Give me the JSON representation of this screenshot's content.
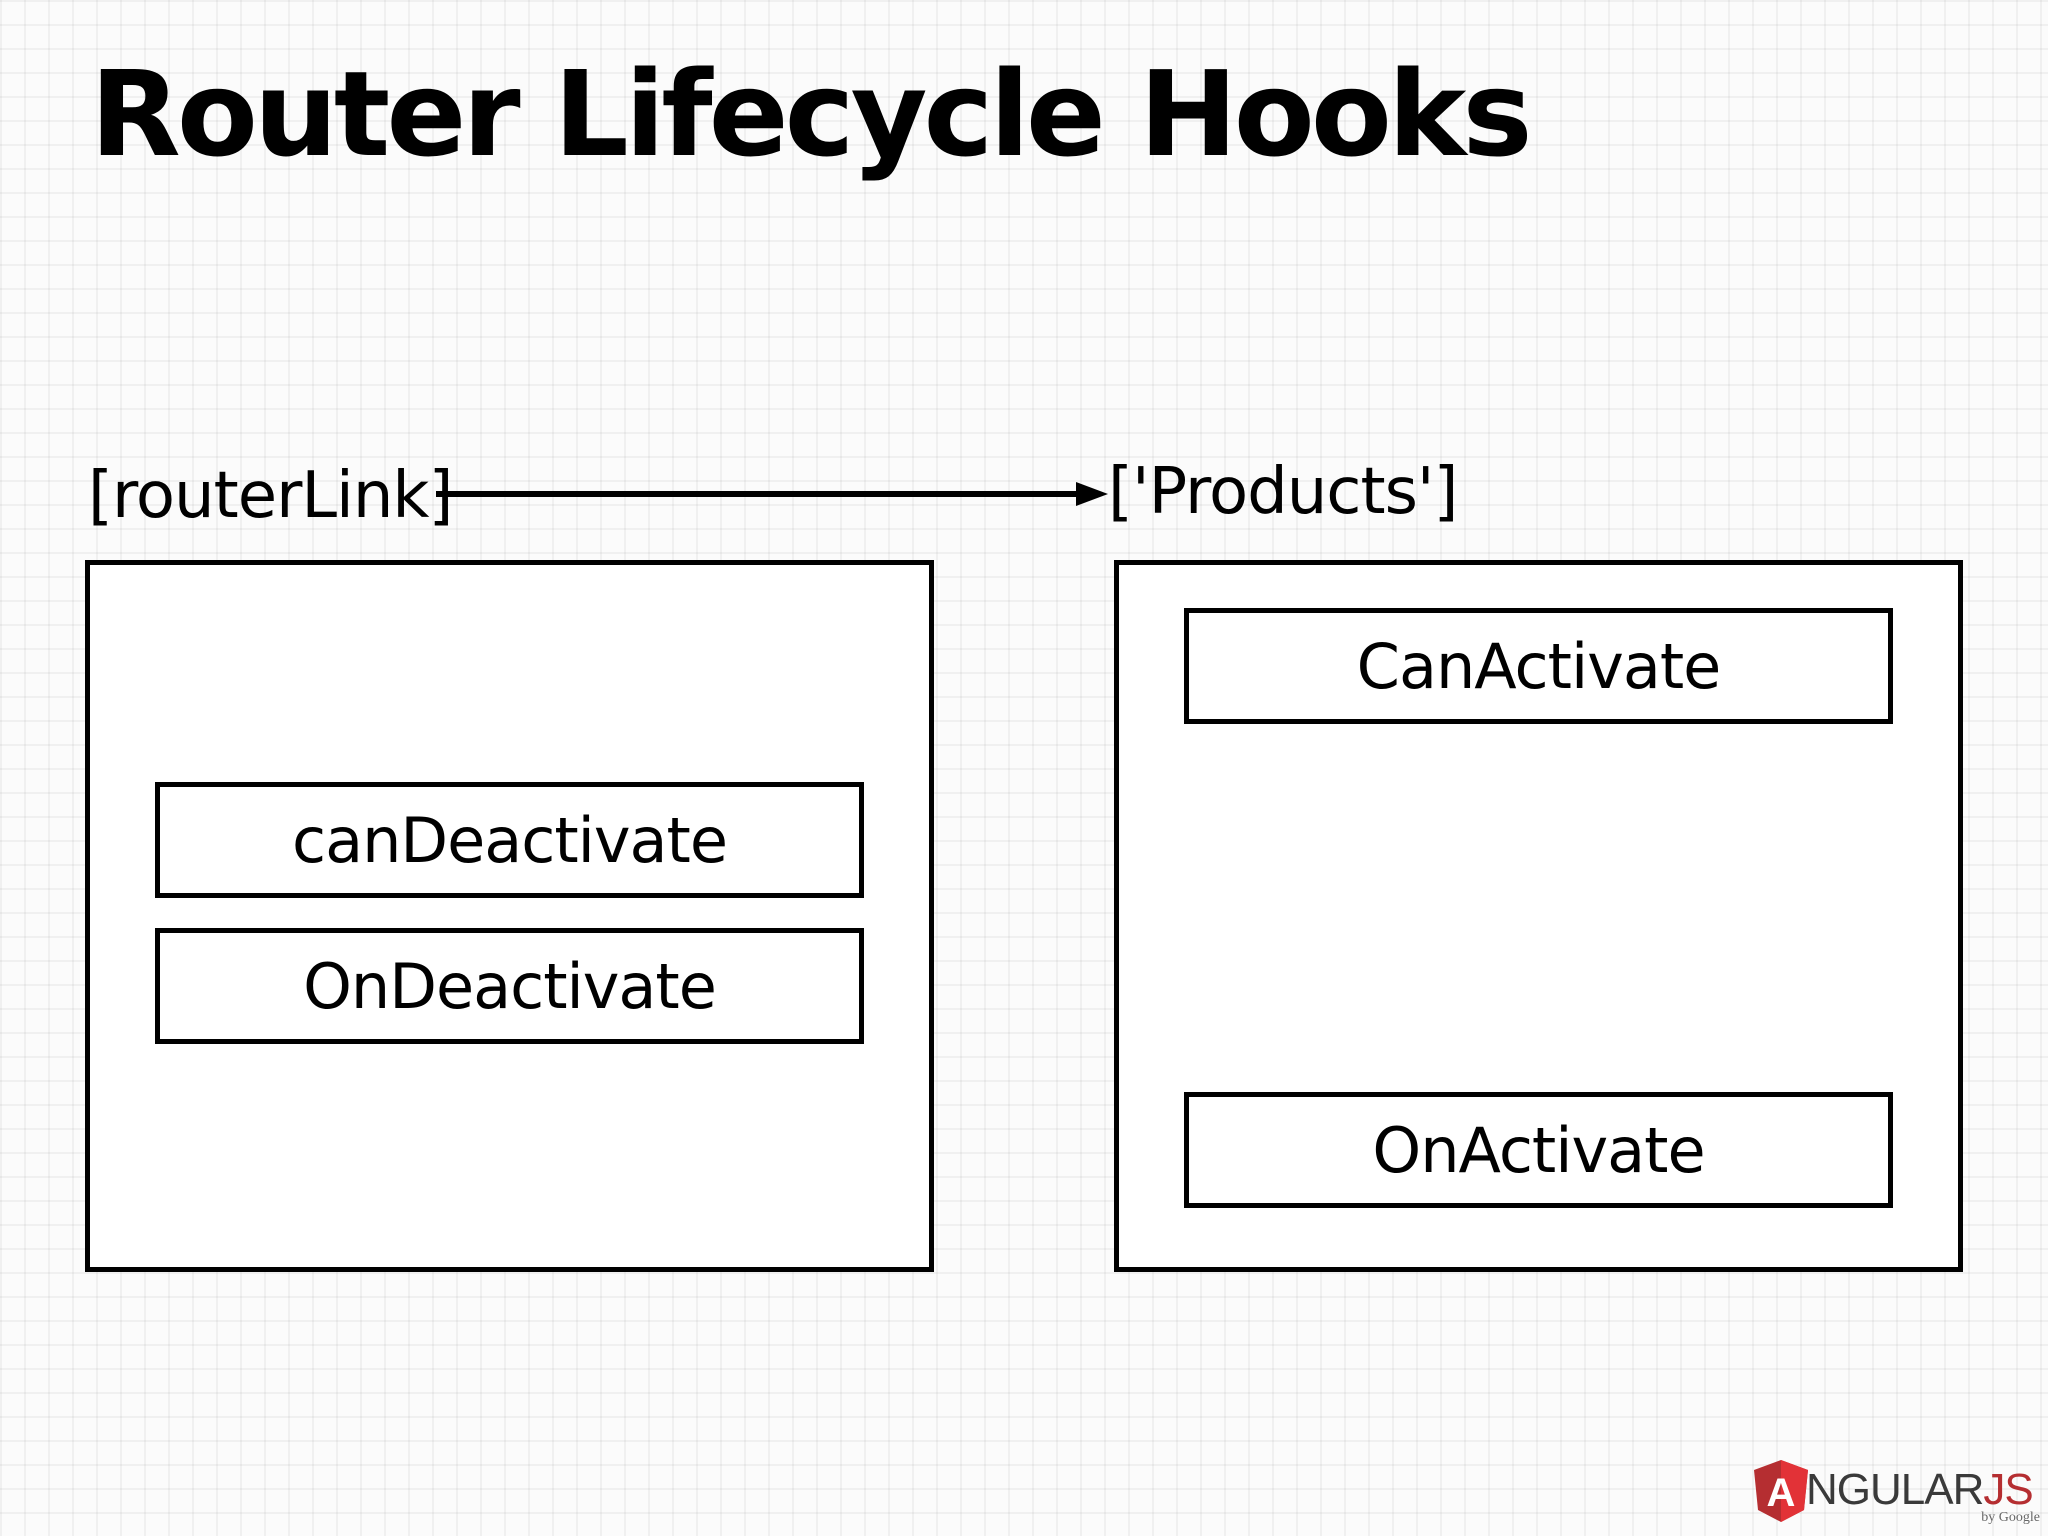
{
  "slide": {
    "title": "Router Lifecycle Hooks"
  },
  "diagram": {
    "source_label": "[routerLink]",
    "target_label": "['Products']",
    "left_component": {
      "hooks": [
        "canDeactivate",
        "OnDeactivate"
      ]
    },
    "right_component": {
      "hooks": [
        "CanActivate",
        "OnActivate"
      ]
    }
  },
  "logo": {
    "initial": "A",
    "word": "NGULAR",
    "accent": "JS",
    "byline": "by Google",
    "accent_color": "#b52e31"
  }
}
